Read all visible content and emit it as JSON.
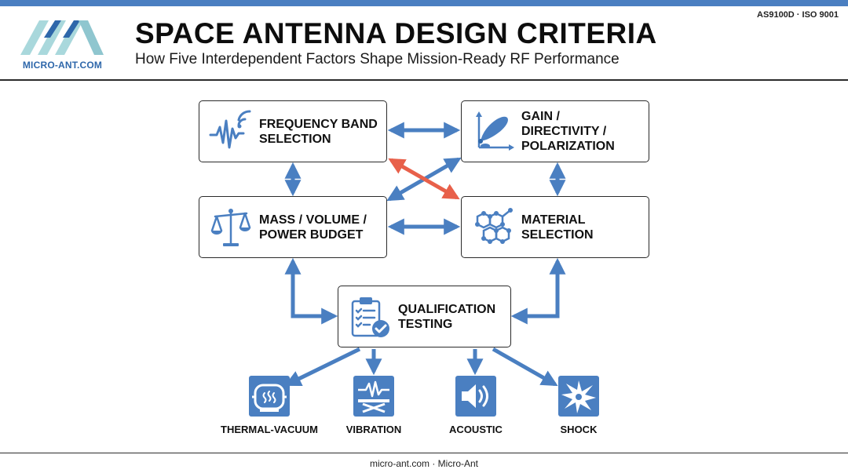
{
  "header": {
    "certifications": "AS9100D · ISO 9001",
    "logo_text": "MICRO-ANT.COM",
    "title": "SPACE ANTENNA DESIGN CRITERIA",
    "subtitle": "How Five Interdependent Factors Shape Mission-Ready RF Performance"
  },
  "nodes": {
    "frequency": {
      "label": "FREQUENCY BAND\nSELECTION",
      "icon": "signal-wave-icon"
    },
    "gain": {
      "label": "GAIN /\nDIRECTIVITY /\nPOLARIZATION",
      "icon": "radiation-pattern-icon"
    },
    "mass": {
      "label": "MASS / VOLUME /\nPOWER BUDGET",
      "icon": "balance-scale-icon"
    },
    "material": {
      "label": "MATERIAL\nSELECTION",
      "icon": "molecular-lattice-icon"
    },
    "qualification": {
      "label": "QUALIFICATION\nTESTING",
      "icon": "checklist-icon"
    }
  },
  "tests": [
    {
      "label": "THERMAL-VACUUM",
      "icon": "thermal-vacuum-icon"
    },
    {
      "label": "VIBRATION",
      "icon": "vibration-table-icon"
    },
    {
      "label": "ACOUSTIC",
      "icon": "speaker-icon"
    },
    {
      "label": "SHOCK",
      "icon": "shock-burst-icon"
    }
  ],
  "colors": {
    "accent_blue": "#4a7fc1",
    "highlight_red": "#e8604a",
    "logo_light": "#a9d8dc",
    "logo_dark": "#2e67aa"
  },
  "footer": {
    "text": "micro-ant.com · Micro-Ant"
  }
}
